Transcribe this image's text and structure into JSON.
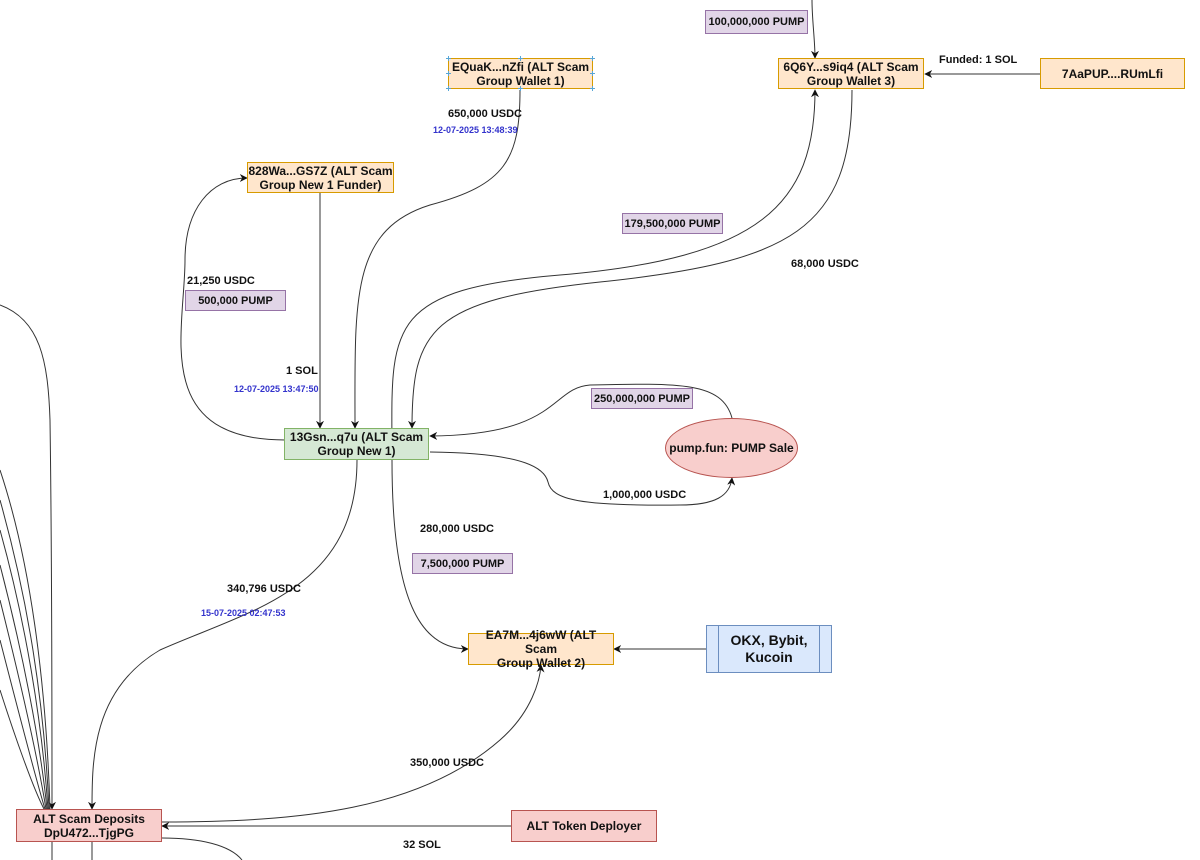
{
  "nodes": {
    "equak": "EQuaK...nZfi (ALT Scam\nGroup Wallet 1)",
    "w828": "828Wa...GS7Z (ALT Scam\nGroup New 1 Funder)",
    "w6q6y": "6Q6Y...s9iq4 (ALT Scam\nGroup Wallet 3)",
    "w7aa": "7AaPUP....RUmLfi",
    "w13gsn": "13Gsn...q7u (ALT Scam\nGroup New 1)",
    "pump_sale": "pump.fun: PUMP Sale",
    "ea7m": "EA7M...4j6wW (ALT Scam\nGroup Wallet 2)",
    "exchanges": "OKX, Bybit,\nKucoin",
    "deposits": "ALT Scam Deposits\nDpU472...TjgPG",
    "deployer": "ALT Token Deployer"
  },
  "tags": {
    "pump_100m": "100,000,000 PUMP",
    "pump_179m": "179,500,000 PUMP",
    "pump_500k": "500,000 PUMP",
    "pump_250m": "250,000,000 PUMP",
    "pump_7_5m": "7,500,000 PUMP"
  },
  "labels": {
    "funded": "Funded: 1 SOL",
    "usdc_650k": "650,000 USDC",
    "usdc_68k": "68,000 USDC",
    "usdc_21k": "21,250 USDC",
    "sol_1": "1 SOL",
    "usdc_1m": "1,000,000 USDC",
    "usdc_280k": "280,000 USDC",
    "usdc_340k": "340,796 USDC",
    "usdc_350k": "350,000 USDC",
    "sol_32": "32 SOL"
  },
  "timestamps": {
    "ts1": "12-07-2025 13:48:39",
    "ts2": "12-07-2025 13:47:50",
    "ts3": "15-07-2025 02:47:53"
  }
}
